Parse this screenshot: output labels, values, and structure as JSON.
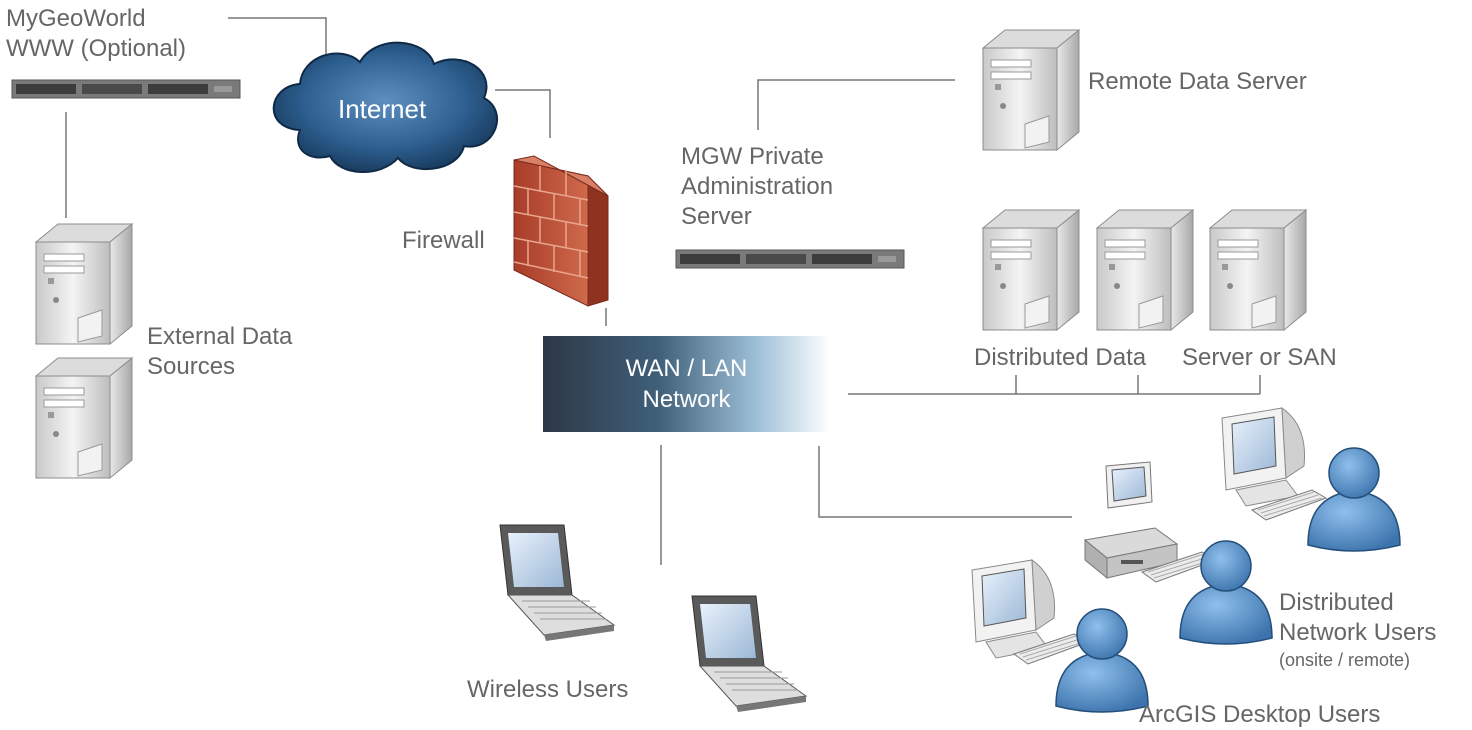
{
  "labels": {
    "mygeoworld_line1": "MyGeoWorld",
    "mygeoworld_line2": "WWW (Optional)",
    "internet": "Internet",
    "firewall": "Firewall",
    "mgw_line1": "MGW Private",
    "mgw_line2": "Administration",
    "mgw_line3": "Server",
    "remote_data_server": "Remote Data Server",
    "external_line1": "External Data",
    "external_line2": "Sources",
    "network_line1": "WAN / LAN",
    "network_line2": "Network",
    "distributed_data": "Distributed Data",
    "server_or_san": "Server or SAN",
    "wireless_users": "Wireless Users",
    "dist_users_line1": "Distributed",
    "dist_users_line2": "Network Users",
    "dist_users_line3": "(onsite / remote)",
    "arcgis_desktop_users": "ArcGIS Desktop Users"
  },
  "icons": [
    "rack-server-icon",
    "cloud-icon",
    "firewall-icon",
    "tower-server-icon",
    "laptop-icon",
    "desktop-computer-icon",
    "user-icon"
  ],
  "colors": {
    "connector": "#777777",
    "text": "#666666",
    "cloud": "#2f5f8f",
    "firewall": "#b3452e",
    "user": "#4d8ac4"
  }
}
